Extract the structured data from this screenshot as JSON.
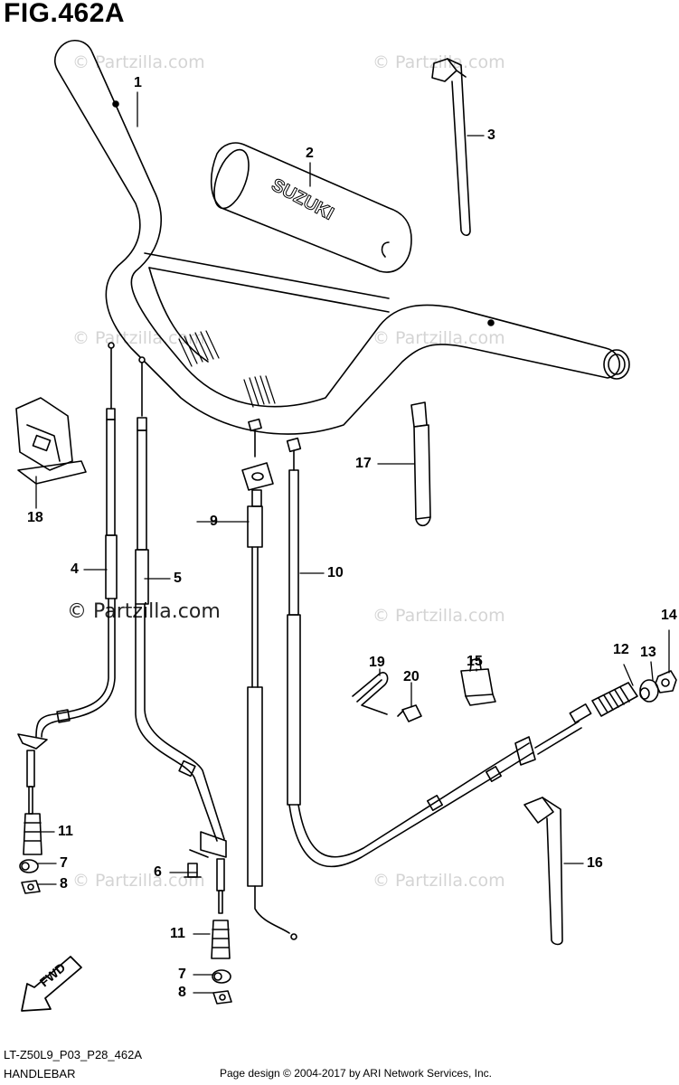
{
  "title": "FIG.462A",
  "watermark": "© Partzilla.com",
  "watermark_main": "© Partzilla.com",
  "fwd_label": "FWD",
  "brand_text": "SUZUKI",
  "footer": {
    "model_code": "LT-Z50L9_P03_P28_462A",
    "section": "HANDLEBAR",
    "copyright": "Page design © 2004-2017 by ARI Network Services, Inc."
  },
  "callouts": [
    {
      "id": "c1",
      "label": "1"
    },
    {
      "id": "c2",
      "label": "2"
    },
    {
      "id": "c3",
      "label": "3"
    },
    {
      "id": "c4",
      "label": "4"
    },
    {
      "id": "c5",
      "label": "5"
    },
    {
      "id": "c6",
      "label": "6"
    },
    {
      "id": "c7a",
      "label": "7"
    },
    {
      "id": "c7b",
      "label": "7"
    },
    {
      "id": "c8a",
      "label": "8"
    },
    {
      "id": "c8b",
      "label": "8"
    },
    {
      "id": "c9",
      "label": "9"
    },
    {
      "id": "c10",
      "label": "10"
    },
    {
      "id": "c11a",
      "label": "11"
    },
    {
      "id": "c11b",
      "label": "11"
    },
    {
      "id": "c12",
      "label": "12"
    },
    {
      "id": "c13",
      "label": "13"
    },
    {
      "id": "c14",
      "label": "14"
    },
    {
      "id": "c15",
      "label": "15"
    },
    {
      "id": "c16",
      "label": "16"
    },
    {
      "id": "c17",
      "label": "17"
    },
    {
      "id": "c18",
      "label": "18"
    },
    {
      "id": "c19",
      "label": "19"
    },
    {
      "id": "c20",
      "label": "20"
    }
  ]
}
